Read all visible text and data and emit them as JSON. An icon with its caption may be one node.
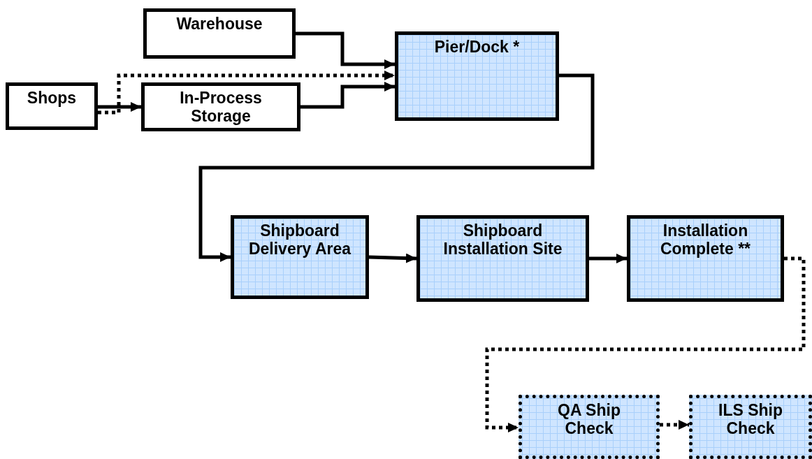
{
  "diagram": {
    "nodes": [
      {
        "text": [
          "Warehouse"
        ]
      },
      {
        "text": [
          "Shops"
        ]
      },
      {
        "text": [
          "In-Process Storage"
        ]
      },
      {
        "text": [
          "Pier/Dock *"
        ]
      },
      {
        "text": [
          "Shipboard Delivery Area"
        ]
      },
      {
        "text": [
          "Shipboard Installation Site"
        ]
      },
      {
        "text": [
          "Installation Complete **"
        ]
      },
      {
        "text": [
          "QA Ship Check"
        ]
      },
      {
        "text": [
          "ILS Ship Check"
        ]
      }
    ],
    "edges": [
      {
        "from": 0,
        "to": 3,
        "arrow": "to"
      },
      {
        "from": 1,
        "to": 2,
        "arrow": "to"
      },
      {
        "from": 1,
        "to": 3,
        "arrow": "to",
        "style": "dashed"
      },
      {
        "from": 2,
        "to": 3,
        "arrow": "to"
      },
      {
        "from": 3,
        "to": 4,
        "arrow": "to"
      },
      {
        "from": 4,
        "to": 5,
        "arrow": "to"
      },
      {
        "from": 5,
        "to": 6,
        "arrow": "to"
      },
      {
        "from": 6,
        "to": 7,
        "arrow": "to",
        "style": "dashed"
      },
      {
        "from": 7,
        "to": 8,
        "arrow": "to",
        "style": "dashed"
      }
    ]
  }
}
